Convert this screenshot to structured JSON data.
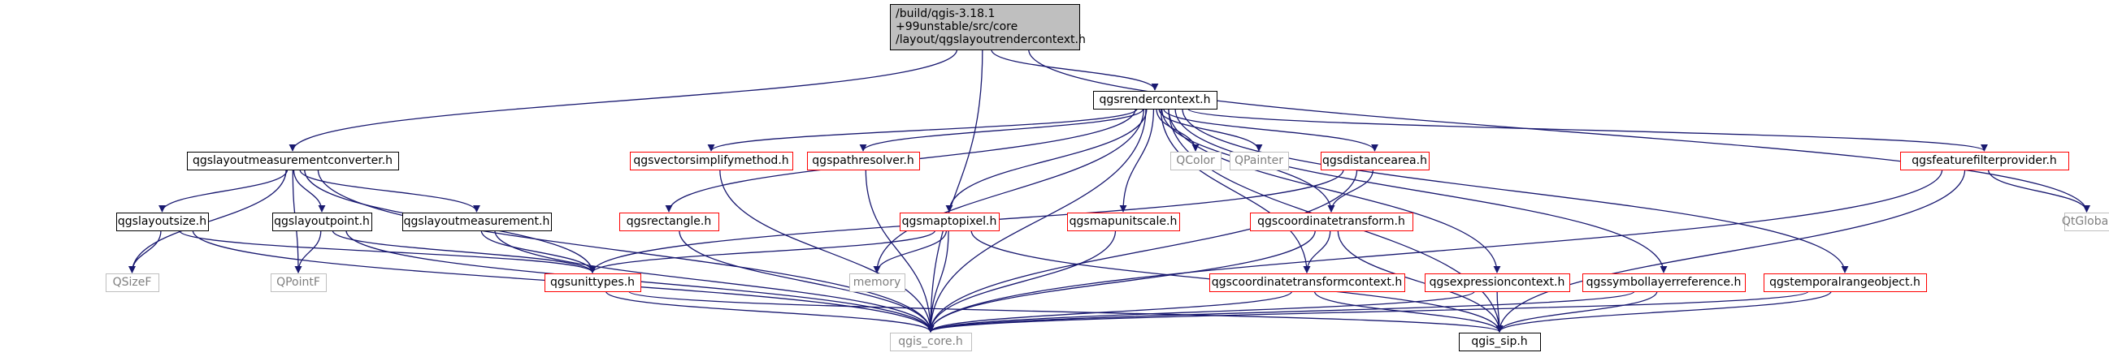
{
  "graph": {
    "colors": {
      "edge": "#191970",
      "root_fill": "#bfbfbf",
      "documented_border": "#000000",
      "undocumented_border": "#ff0000",
      "external_border": "#bfbfbf",
      "external_text": "#7f7f7f"
    },
    "nodes": [
      {
        "id": "root",
        "label_lines": [
          "/build/qgis-3.18.1",
          "+99unstable/src/core",
          "/layout/qgslayoutrendercontext.h"
        ],
        "kind": "root"
      },
      {
        "id": "qgsrendercontext",
        "label_lines": [
          "qgsrendercontext.h"
        ],
        "kind": "documented"
      },
      {
        "id": "qgslayoutmeasurementconverter",
        "label_lines": [
          "qgslayoutmeasurementconverter.h"
        ],
        "kind": "documented"
      },
      {
        "id": "qgslayoutsize",
        "label_lines": [
          "qgslayoutsize.h"
        ],
        "kind": "documented"
      },
      {
        "id": "qgslayoutpoint",
        "label_lines": [
          "qgslayoutpoint.h"
        ],
        "kind": "documented"
      },
      {
        "id": "qgslayoutmeasurement",
        "label_lines": [
          "qgslayoutmeasurement.h"
        ],
        "kind": "documented"
      },
      {
        "id": "qgis_sip",
        "label_lines": [
          "qgis_sip.h"
        ],
        "kind": "documented"
      },
      {
        "id": "qgsvectorsimplifymethod",
        "label_lines": [
          "qgsvectorsimplifymethod.h"
        ],
        "kind": "undocumented"
      },
      {
        "id": "qgspathresolver",
        "label_lines": [
          "qgspathresolver.h"
        ],
        "kind": "undocumented"
      },
      {
        "id": "qgsrectangle",
        "label_lines": [
          "qgsrectangle.h"
        ],
        "kind": "undocumented"
      },
      {
        "id": "qgsmaptopixel",
        "label_lines": [
          "qgsmaptopixel.h"
        ],
        "kind": "undocumented"
      },
      {
        "id": "qgsmapunitscale",
        "label_lines": [
          "qgsmapunitscale.h"
        ],
        "kind": "undocumented"
      },
      {
        "id": "qgsdistancearea",
        "label_lines": [
          "qgsdistancearea.h"
        ],
        "kind": "undocumented"
      },
      {
        "id": "qgscoordinatetransform",
        "label_lines": [
          "qgscoordinatetransform.h"
        ],
        "kind": "undocumented"
      },
      {
        "id": "qgscoordinatetransformcontext",
        "label_lines": [
          "qgscoordinatetransformcontext.h"
        ],
        "kind": "undocumented"
      },
      {
        "id": "qgsexpressioncontext",
        "label_lines": [
          "qgsexpressioncontext.h"
        ],
        "kind": "undocumented"
      },
      {
        "id": "qgssymbollayerreference",
        "label_lines": [
          "qgssymbollayerreference.h"
        ],
        "kind": "undocumented"
      },
      {
        "id": "qgstemporalrangeobject",
        "label_lines": [
          "qgstemporalrangeobject.h"
        ],
        "kind": "undocumented"
      },
      {
        "id": "qgsfeaturefilterprovider",
        "label_lines": [
          "qgsfeaturefilterprovider.h"
        ],
        "kind": "undocumented"
      },
      {
        "id": "qgsunittypes",
        "label_lines": [
          "qgsunittypes.h"
        ],
        "kind": "undocumented"
      },
      {
        "id": "qgis_core",
        "label_lines": [
          "qgis_core.h"
        ],
        "kind": "external"
      },
      {
        "id": "QColor",
        "label_lines": [
          "QColor"
        ],
        "kind": "external"
      },
      {
        "id": "QPainter",
        "label_lines": [
          "QPainter"
        ],
        "kind": "external"
      },
      {
        "id": "QtGlobal",
        "label_lines": [
          "QtGlobal"
        ],
        "kind": "external"
      },
      {
        "id": "QSizeF",
        "label_lines": [
          "QSizeF"
        ],
        "kind": "external"
      },
      {
        "id": "QPointF",
        "label_lines": [
          "QPointF"
        ],
        "kind": "external"
      },
      {
        "id": "memory",
        "label_lines": [
          "memory"
        ],
        "kind": "external"
      }
    ],
    "edges": [
      {
        "from": "root",
        "to": "qgsrendercontext"
      },
      {
        "from": "root",
        "to": "qgslayoutmeasurementconverter"
      },
      {
        "from": "root",
        "to": "qgis_core"
      },
      {
        "from": "root",
        "to": "QtGlobal"
      },
      {
        "from": "qgsrendercontext",
        "to": "qgsrectangle"
      },
      {
        "from": "qgsrendercontext",
        "to": "qgsvectorsimplifymethod"
      },
      {
        "from": "qgsrendercontext",
        "to": "qgspathresolver"
      },
      {
        "from": "qgsrendercontext",
        "to": "memory"
      },
      {
        "from": "qgsrendercontext",
        "to": "qgsmaptopixel"
      },
      {
        "from": "qgsrendercontext",
        "to": "qgis_core"
      },
      {
        "from": "qgsrendercontext",
        "to": "qgsmapunitscale"
      },
      {
        "from": "qgsrendercontext",
        "to": "QColor"
      },
      {
        "from": "qgsrendercontext",
        "to": "QPainter"
      },
      {
        "from": "qgsrendercontext",
        "to": "qgsdistancearea"
      },
      {
        "from": "qgsrendercontext",
        "to": "qgscoordinatetransform"
      },
      {
        "from": "qgsrendercontext",
        "to": "qgscoordinatetransformcontext"
      },
      {
        "from": "qgsrendercontext",
        "to": "qgsexpressioncontext"
      },
      {
        "from": "qgsrendercontext",
        "to": "qgssymbollayerreference"
      },
      {
        "from": "qgsrendercontext",
        "to": "qgstemporalrangeobject"
      },
      {
        "from": "qgsrendercontext",
        "to": "qgsfeaturefilterprovider"
      },
      {
        "from": "qgsrendercontext",
        "to": "qgis_sip"
      },
      {
        "from": "qgslayoutmeasurementconverter",
        "to": "qgslayoutsize"
      },
      {
        "from": "qgslayoutmeasurementconverter",
        "to": "qgslayoutpoint"
      },
      {
        "from": "qgslayoutmeasurementconverter",
        "to": "qgslayoutmeasurement"
      },
      {
        "from": "qgslayoutmeasurementconverter",
        "to": "qgsunittypes"
      },
      {
        "from": "qgslayoutmeasurementconverter",
        "to": "QSizeF"
      },
      {
        "from": "qgslayoutmeasurementconverter",
        "to": "QPointF"
      },
      {
        "from": "qgslayoutmeasurementconverter",
        "to": "qgis_core"
      },
      {
        "from": "qgslayoutsize",
        "to": "QSizeF"
      },
      {
        "from": "qgslayoutsize",
        "to": "qgsunittypes"
      },
      {
        "from": "qgslayoutsize",
        "to": "qgis_core"
      },
      {
        "from": "qgslayoutpoint",
        "to": "QPointF"
      },
      {
        "from": "qgslayoutpoint",
        "to": "qgsunittypes"
      },
      {
        "from": "qgslayoutpoint",
        "to": "qgis_core"
      },
      {
        "from": "qgslayoutmeasurement",
        "to": "qgsunittypes"
      },
      {
        "from": "qgslayoutmeasurement",
        "to": "qgis_core"
      },
      {
        "from": "qgsrectangle",
        "to": "qgis_core"
      },
      {
        "from": "qgsvectorsimplifymethod",
        "to": "qgis_core"
      },
      {
        "from": "qgspathresolver",
        "to": "qgis_core"
      },
      {
        "from": "qgsmaptopixel",
        "to": "qgsunittypes"
      },
      {
        "from": "qgsmaptopixel",
        "to": "memory"
      },
      {
        "from": "qgsmaptopixel",
        "to": "qgis_core"
      },
      {
        "from": "qgsmaptopixel",
        "to": "qgis_sip"
      },
      {
        "from": "qgsmapunitscale",
        "to": "qgis_core"
      },
      {
        "from": "qgsdistancearea",
        "to": "qgsunittypes"
      },
      {
        "from": "qgsdistancearea",
        "to": "qgscoordinatetransform"
      },
      {
        "from": "qgsdistancearea",
        "to": "qgis_core"
      },
      {
        "from": "qgscoordinatetransform",
        "to": "qgscoordinatetransformcontext"
      },
      {
        "from": "qgscoordinatetransform",
        "to": "qgis_core"
      },
      {
        "from": "qgscoordinatetransform",
        "to": "qgis_sip"
      },
      {
        "from": "qgscoordinatetransformcontext",
        "to": "qgis_core"
      },
      {
        "from": "qgscoordinatetransformcontext",
        "to": "qgis_sip"
      },
      {
        "from": "qgsexpressioncontext",
        "to": "qgis_core"
      },
      {
        "from": "qgsexpressioncontext",
        "to": "qgis_sip"
      },
      {
        "from": "qgssymbollayerreference",
        "to": "qgis_core"
      },
      {
        "from": "qgssymbollayerreference",
        "to": "qgis_sip"
      },
      {
        "from": "qgstemporalrangeobject",
        "to": "qgis_core"
      },
      {
        "from": "qgstemporalrangeobject",
        "to": "qgis_sip"
      },
      {
        "from": "qgsfeaturefilterprovider",
        "to": "QtGlobal"
      },
      {
        "from": "qgsfeaturefilterprovider",
        "to": "qgis_core"
      },
      {
        "from": "qgsfeaturefilterprovider",
        "to": "qgis_sip"
      },
      {
        "from": "qgsunittypes",
        "to": "qgis_core"
      },
      {
        "from": "qgsunittypes",
        "to": "qgis_sip"
      }
    ]
  }
}
